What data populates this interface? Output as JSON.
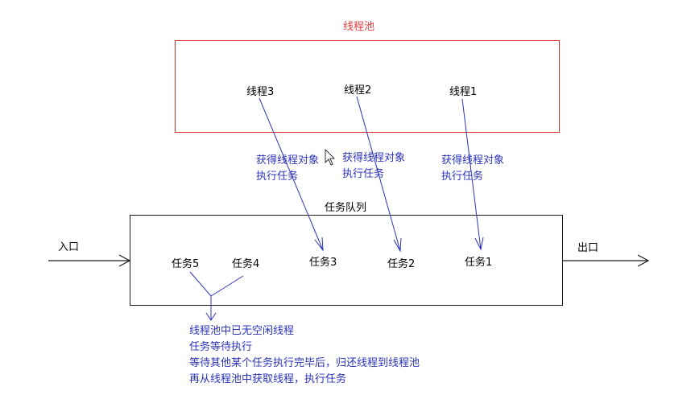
{
  "pool": {
    "title": "线程池",
    "threads": [
      "线程3",
      "线程2",
      "线程1"
    ]
  },
  "annotations": {
    "line1": "获得线程对象",
    "line2": "执行任务"
  },
  "queue": {
    "title": "任务队列",
    "tasks": [
      "任务5",
      "任务4",
      "任务3",
      "任务2",
      "任务1"
    ],
    "entrance": "入口",
    "exit": "出口"
  },
  "note": {
    "lines": [
      "线程池中已无空闲线程",
      "任务等待执行",
      "等待其他某个任务执行完毕后，归还线程到线程池",
      "再从线程池中获取线程，执行任务"
    ]
  },
  "colors": {
    "pool_border": "#d9302c",
    "arrow": "#2b33b8",
    "text_blue": "#2b33b8",
    "title_red": "#e23a3a"
  }
}
